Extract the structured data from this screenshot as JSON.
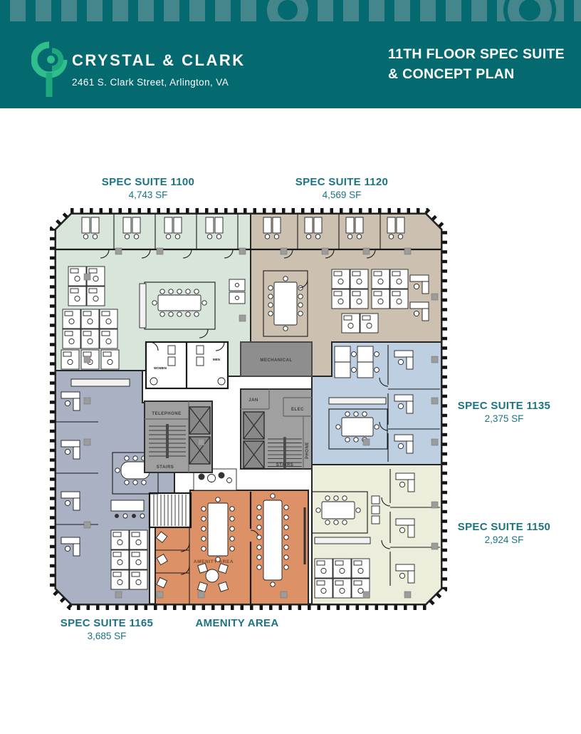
{
  "header": {
    "brand": "CRYSTAL & CLARK",
    "address": "2461 S. Clark Street, Arlington, VA",
    "title_line1": "11TH FLOOR SPEC SUITE",
    "title_line2": "& CONCEPT PLAN"
  },
  "suites": [
    {
      "name": "SPEC SUITE 1100",
      "area": "4,743 SF",
      "color": "#D7E5DB"
    },
    {
      "name": "SPEC SUITE 1120",
      "area": "4,569 SF",
      "color": "#CCC1B1"
    },
    {
      "name": "SPEC SUITE 1135",
      "area": "2,375 SF",
      "color": "#BDCFE0"
    },
    {
      "name": "SPEC SUITE 1150",
      "area": "2,924 SF",
      "color": "#ECEDDA"
    },
    {
      "name": "SPEC SUITE 1165",
      "area": "3,685 SF",
      "color": "#A9B1C3"
    }
  ],
  "amenity": {
    "name": "AMENITY AREA",
    "floor_label": "AMENITY AREA",
    "color": "#DC9166"
  },
  "rooms": {
    "mechanical": "MECHANICAL",
    "telephone": "TELEPHONE",
    "stairs": "STAIRS",
    "jan": "JAN",
    "elec": "ELEC",
    "phone": "PHONE",
    "women": "WOMEN",
    "men": "MEN"
  },
  "colors": {
    "header_teal": "#046A70",
    "band_stripe": "#45858C",
    "label_teal": "#1B7383",
    "logo_green": "#2FBE8C",
    "logo_green_dark": "#1EA97C",
    "wall": "#1A1A1A",
    "core_gray": "#A0A0A0"
  }
}
